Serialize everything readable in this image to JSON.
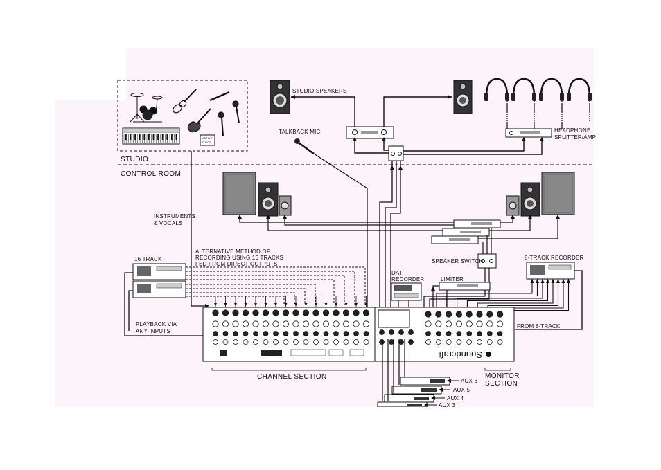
{
  "colors": {
    "panel": "#fdf3fb",
    "ink": "#111111",
    "page": "#ffffff"
  },
  "labels": {
    "studio": "STUDIO",
    "control_room": "CONTROL ROOM",
    "studio_speakers": "STUDIO SPEAKERS",
    "talkback_mic": "TALKBACK MIC",
    "headphone_line1": "HEADPHONE",
    "headphone_line2": "SPLITTER/AMP",
    "active_line1": "ACTIVE",
    "active_line2": "D.BOX",
    "instruments_line1": "INSTRUMENTS",
    "instruments_line2": "& VOCALS",
    "alt_line1": "ALTERNATIVE METHOD OF",
    "alt_line2": "RECORDING USING 16 TRACKS",
    "alt_line3": "FED FROM DIRECT OUTPUTS",
    "sixteen_track": "16 TRACK",
    "playback_line1": "PLAYBACK VIA",
    "playback_line2": "ANY INPUTS",
    "dat_line1": "DAT",
    "dat_line2": "RECORDER",
    "limiter": "LIMITER",
    "speaker_switch": "SPEAKER SWITCH",
    "eight_track": "8-TRACK RECORDER",
    "from_8_track": "FROM 8-TRACK",
    "channel_section": "CHANNEL SECTION",
    "monitor_line1": "MONITOR",
    "monitor_line2": "SECTION",
    "brand": "Soundcraft",
    "aux6": "AUX 6",
    "aux5": "AUX 5",
    "aux4": "AUX 4",
    "aux3": "AUX 3"
  }
}
